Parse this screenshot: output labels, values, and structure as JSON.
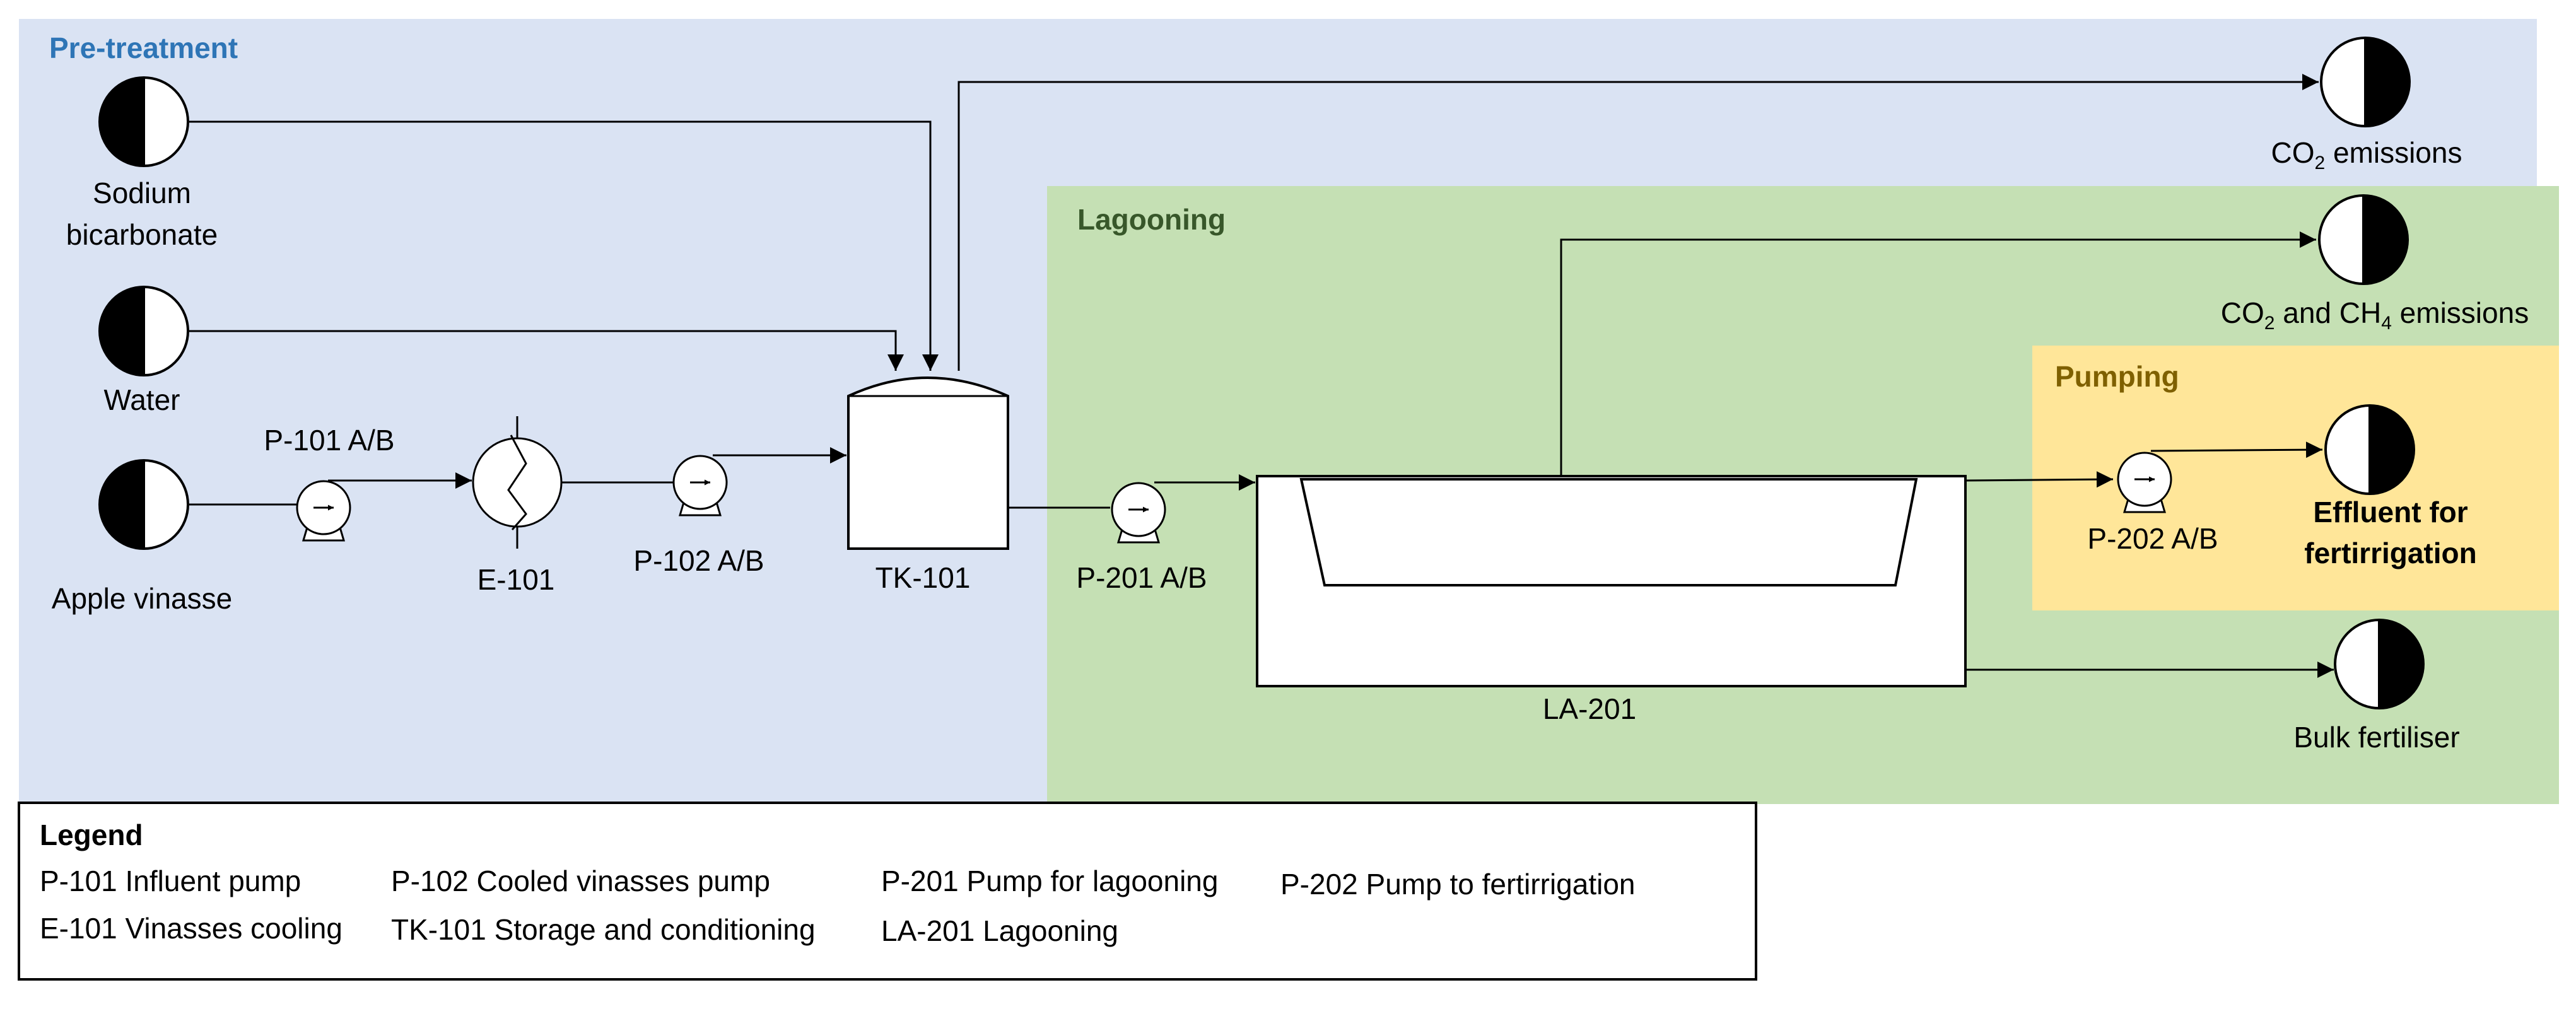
{
  "regions": {
    "pretreatment": {
      "title": "Pre-treatment",
      "color": "#dae3f3",
      "title_color": "#2e75b6"
    },
    "lagooning": {
      "title": "Lagooning",
      "color": "#c5e0b4",
      "title_color": "#38572a"
    },
    "pumping": {
      "title": "Pumping",
      "color": "#ffe699",
      "title_color": "#7f6000"
    }
  },
  "inputs": {
    "sodium_bicarbonate": [
      "Sodium",
      "bicarbonate"
    ],
    "water": "Water",
    "apple_vinasse": "Apple vinasse"
  },
  "equipment": {
    "p101": "P-101 A/B",
    "e101": "E-101",
    "p102": "P-102 A/B",
    "tk101": "TK-101",
    "p201": "P-201 A/B",
    "la201": "LA-201",
    "p202": "P-202 A/B"
  },
  "outputs": {
    "co2": {
      "prefix": "CO",
      "sub": "2",
      "suffix": " emissions"
    },
    "co2_ch4": {
      "a": "CO",
      "a_sub": "2",
      "mid": " and CH",
      "b_sub": "4",
      "suffix": " emissions"
    },
    "effluent": [
      "Effluent for",
      "fertirrigation"
    ],
    "bulk_fertiliser": "Bulk fertiliser"
  },
  "legend": {
    "title": "Legend",
    "items": [
      "P-101 Influent pump",
      "P-102 Cooled vinasses pump",
      "P-201 Pump for lagooning",
      "P-202 Pump to fertirrigation",
      "E-101 Vinasses cooling",
      "TK-101 Storage and conditioning",
      "LA-201 Lagooning"
    ]
  },
  "icons": {
    "stream_symbol": "half-filled-circle-icon",
    "pump": "centrifugal-pump-icon",
    "heat_exchanger": "heat-exchanger-icon",
    "tank": "storage-tank-icon",
    "lagoon": "lagoon-icon"
  }
}
